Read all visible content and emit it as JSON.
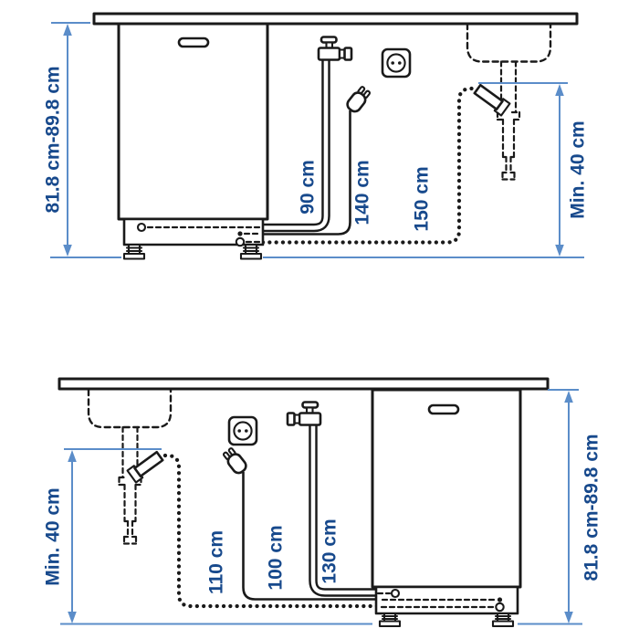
{
  "colors": {
    "line": "#1a1a1a",
    "dim": "#5b8dc9",
    "label": "#17498c"
  },
  "icons": [
    "tap-icon",
    "outlet-icon",
    "plug-icon",
    "sink-icon",
    "drain-pipe-icon",
    "drain-hose-connector-icon"
  ],
  "top_diagram": {
    "cabinet_height_label": "81.8 cm-89.8 cm",
    "supply_hose_label": "90 cm",
    "power_cord_label": "140 cm",
    "drain_hose_label": "150 cm",
    "drain_min_height_label": "Min. 40 cm"
  },
  "bottom_diagram": {
    "drain_hose_label": "110 cm",
    "power_cord_label": "100 cm",
    "supply_hose_label": "130 cm",
    "drain_min_height_label": "Min. 40 cm",
    "cabinet_height_label": "81.8 cm-89.8 cm"
  }
}
